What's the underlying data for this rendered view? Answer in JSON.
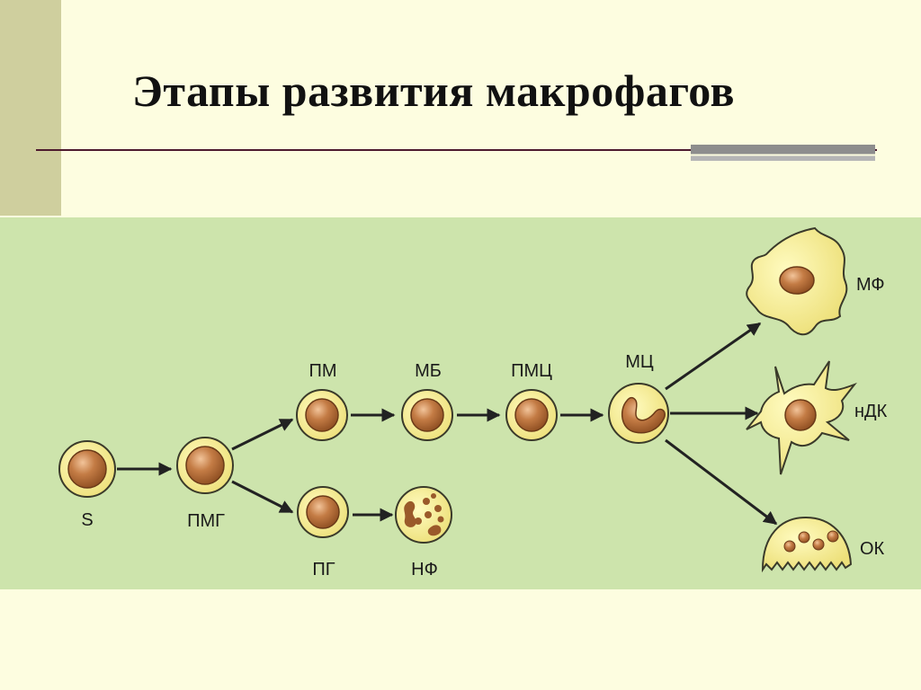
{
  "title": "Этапы развития макрофагов",
  "colors": {
    "background": "#fdfde0",
    "panel": "#cde4ac",
    "cell_cytoplasm": "#f7ef8c",
    "nucleus": "#b8703a",
    "arrow": "#222222",
    "accent_rule": "#4d1a2e"
  },
  "nodes": {
    "s": "S",
    "pmg": "ПМГ",
    "pm": "ПМ",
    "mb": "МБ",
    "pmc": "ПМЦ",
    "mc": "МЦ",
    "pg": "ПГ",
    "nf": "НФ",
    "mf": "МФ",
    "ndk": "нДК",
    "ok": "ОК"
  },
  "edges": [
    [
      "S",
      "ПМГ"
    ],
    [
      "ПМГ",
      "ПМ"
    ],
    [
      "ПМГ",
      "ПГ"
    ],
    [
      "ПМ",
      "МБ"
    ],
    [
      "МБ",
      "ПМЦ"
    ],
    [
      "ПМЦ",
      "МЦ"
    ],
    [
      "ПГ",
      "НФ"
    ],
    [
      "МЦ",
      "МФ"
    ],
    [
      "МЦ",
      "нДК"
    ],
    [
      "МЦ",
      "ОК"
    ]
  ]
}
